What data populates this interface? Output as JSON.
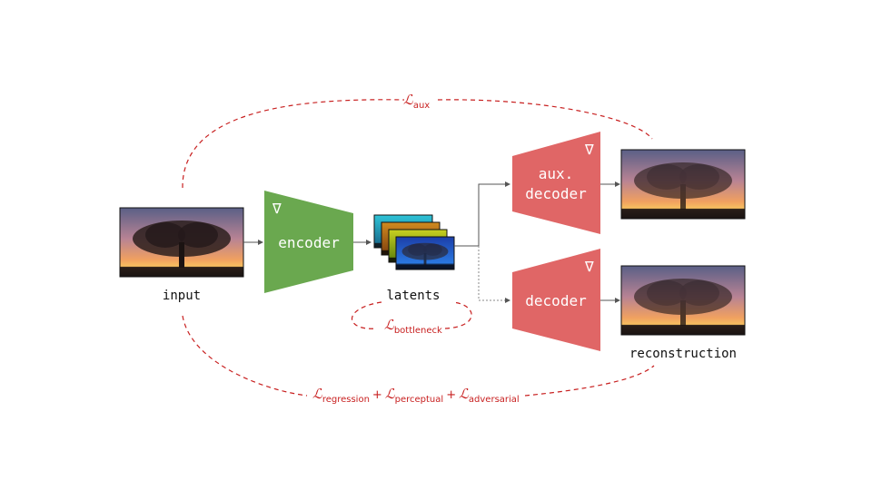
{
  "labels": {
    "input": "input",
    "latents": "latents",
    "reconstruction": "reconstruction"
  },
  "blocks": {
    "encoder": "encoder",
    "aux_decoder_line1": "aux.",
    "aux_decoder_line2": "decoder",
    "decoder": "decoder",
    "gradient_symbol": "∇"
  },
  "losses": {
    "symbol": "ℒ",
    "aux": "aux",
    "bottleneck": "bottleneck",
    "regression": "regression",
    "perceptual": "perceptual",
    "adversarial": "adversarial",
    "plus": "+"
  },
  "colors": {
    "encoder": "#6aa84f",
    "decoder": "#e06666",
    "loss": "#c82020",
    "arrow": "#555555"
  }
}
